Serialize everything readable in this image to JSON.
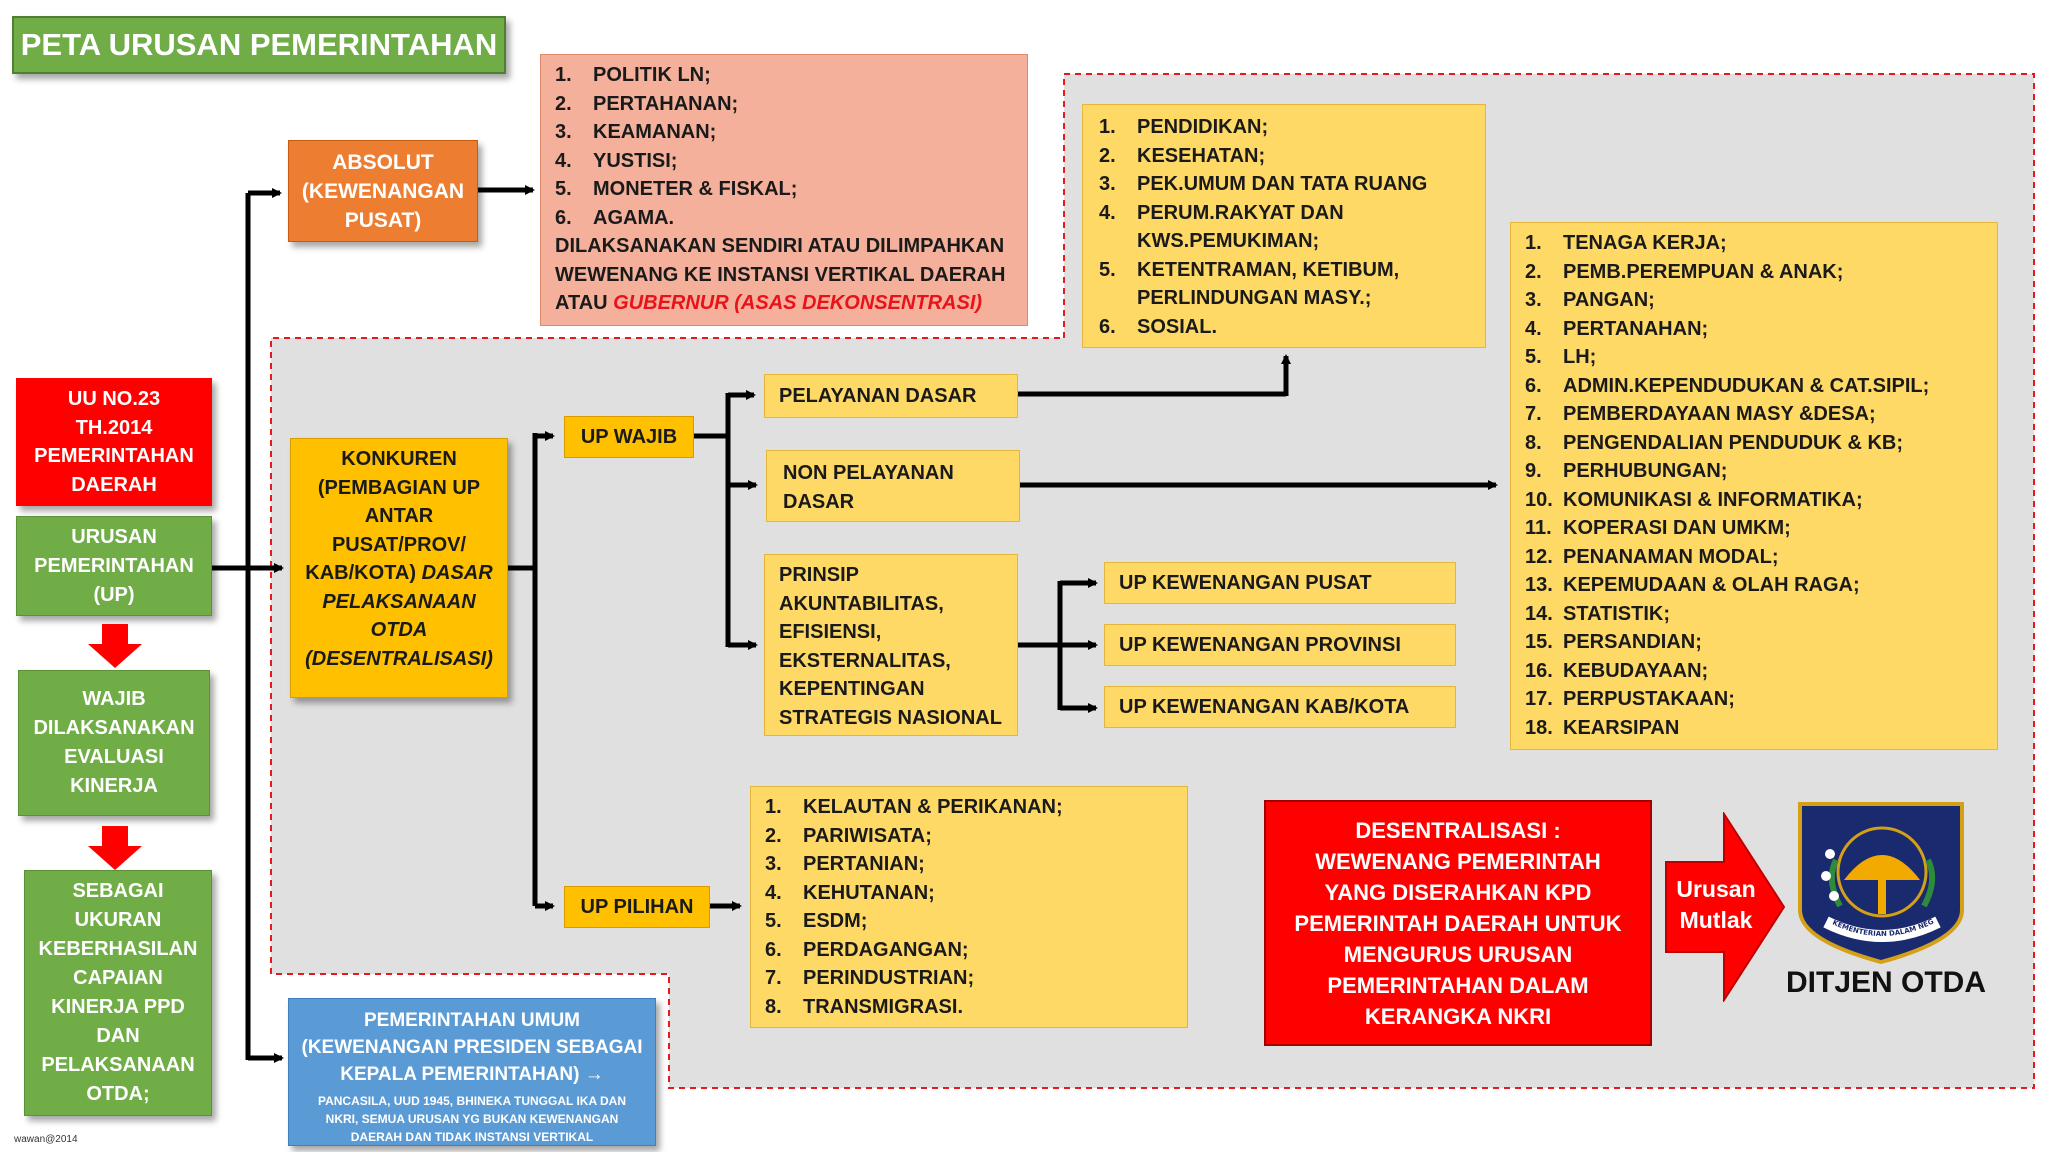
{
  "title": "PETA URUSAN PEMERINTAHAN",
  "left": {
    "uu": [
      "UU NO.23",
      "TH.2014",
      "PEMERINTAHAN",
      "DAERAH"
    ],
    "urusan": [
      "URUSAN",
      "PEMERINTAHAN",
      "(UP)"
    ],
    "wajib": [
      "WAJIB",
      "DILAKSANAKAN",
      "EVALUASI",
      "KINERJA"
    ],
    "sebagai": [
      "SEBAGAI",
      "UKURAN",
      "KEBERHASILAN",
      "CAPAIAN",
      "KINERJA PPD",
      "DAN",
      "PELAKSANAAN",
      "OTDA;"
    ]
  },
  "absolut": {
    "label": [
      "ABSOLUT",
      "(KEWENANGAN",
      "PUSAT)"
    ],
    "items": [
      "POLITIK LN;",
      "PERTAHANAN;",
      "KEAMANAN;",
      "YUSTISI;",
      "MONETER & FISKAL;",
      "AGAMA."
    ],
    "note_lines": [
      "DILAKSANAKAN SENDIRI ATAU DILIMPAHKAN",
      "WEWENANG KE INSTANSI VERTIKAL DAERAH"
    ],
    "note_prefix": "ATAU ",
    "note_highlight": "GUBERNUR (ASAS DEKONSENTRASI)"
  },
  "konkuren": {
    "l1": "KONKUREN",
    "l2": "(PEMBAGIAN UP",
    "l3": "ANTAR",
    "l4": "PUSAT/PROV/",
    "l5a": "KAB/KOTA) ",
    "l5b": "DASAR",
    "l6": "PELAKSANAAN",
    "l7": "OTDA",
    "l8": "(DESENTRALISASI)"
  },
  "up_wajib": "UP WAJIB",
  "up_pilihan": "UP PILIHAN",
  "pelayanan_dasar": "PELAYANAN DASAR",
  "non_pelayanan": [
    "NON PELAYANAN",
    "DASAR"
  ],
  "prinsip": [
    "PRINSIP",
    "AKUNTABILITAS,",
    "EFISIENSI,",
    "EKSTERNALITAS,",
    "KEPENTINGAN",
    "STRATEGIS NASIONAL"
  ],
  "kewenangan": [
    "UP KEWENANGAN PUSAT",
    "UP KEWENANGAN PROVINSI",
    "UP KEWENANGAN KAB/KOTA"
  ],
  "pelayanan_list": [
    {
      "n": "1.",
      "t": [
        "PENDIDIKAN;"
      ]
    },
    {
      "n": "2.",
      "t": [
        "KESEHATAN;"
      ]
    },
    {
      "n": "3.",
      "t": [
        "PEK.UMUM DAN TATA RUANG"
      ]
    },
    {
      "n": "4.",
      "t": [
        "PERUM.RAKYAT DAN",
        "KWS.PEMUKIMAN;"
      ]
    },
    {
      "n": "5.",
      "t": [
        "KETENTRAMAN, KETIBUM,",
        "PERLINDUNGAN MASY.;"
      ]
    },
    {
      "n": "6.",
      "t": [
        "SOSIAL."
      ]
    }
  ],
  "non_pelayanan_list": [
    "TENAGA KERJA;",
    "PEMB.PEREMPUAN & ANAK;",
    "PANGAN;",
    "PERTANAHAN;",
    "LH;",
    "ADMIN.KEPENDUDUKAN & CAT.SIPIL;",
    "PEMBERDAYAAN MASY &DESA;",
    "PENGENDALIAN PENDUDUK & KB;",
    "PERHUBUNGAN;",
    "KOMUNIKASI & INFORMATIKA;",
    "KOPERASI DAN UMKM;",
    "PENANAMAN MODAL;",
    "KEPEMUDAAN & OLAH RAGA;",
    "STATISTIK;",
    "PERSANDIAN;",
    "KEBUDAYAAN;",
    "PERPUSTAKAAN;",
    "KEARSIPAN"
  ],
  "pilihan_list": [
    "KELAUTAN & PERIKANAN;",
    "PARIWISATA;",
    "PERTANIAN;",
    "KEHUTANAN;",
    "ESDM;",
    "PERDAGANGAN;",
    "PERINDUSTRIAN;",
    "TRANSMIGRASI."
  ],
  "umum": {
    "title_lines": [
      "PEMERINTAHAN UMUM",
      "(KEWENANGAN PRESIDEN SEBAGAI",
      "KEPALA PEMERINTAHAN) →"
    ],
    "sub_lines": [
      "PANCASILA, UUD 1945, BHINEKA TUNGGAL IKA DAN",
      "NKRI, SEMUA URUSAN YG BUKAN KEWENANGAN",
      "DAERAH DAN TIDAK INSTANSI VERTIKAL"
    ]
  },
  "desentralisasi": [
    "DESENTRALISASI :",
    "WEWENANG PEMERINTAH",
    "YANG DISERAHKAN KPD",
    "PEMERINTAH DAERAH UNTUK",
    "MENGURUS URUSAN",
    "PEMERINTAHAN DALAM",
    "KERANGKA NKRI"
  ],
  "mutlak": [
    "Urusan",
    "Mutlak"
  ],
  "logo_ring_text": "KEMENTERIAN DALAM NEGERI",
  "ditjen": "DITJEN OTDA",
  "footer": "wawan@2014",
  "colors": {
    "green": "#70ad47",
    "red": "#ff0000",
    "orange": "#ed7d31",
    "salmon": "#f4b09a",
    "yellow": "#ffd966",
    "gold": "#ffc000",
    "blue": "#5b9bd5",
    "gray": "#e0e0e0"
  }
}
